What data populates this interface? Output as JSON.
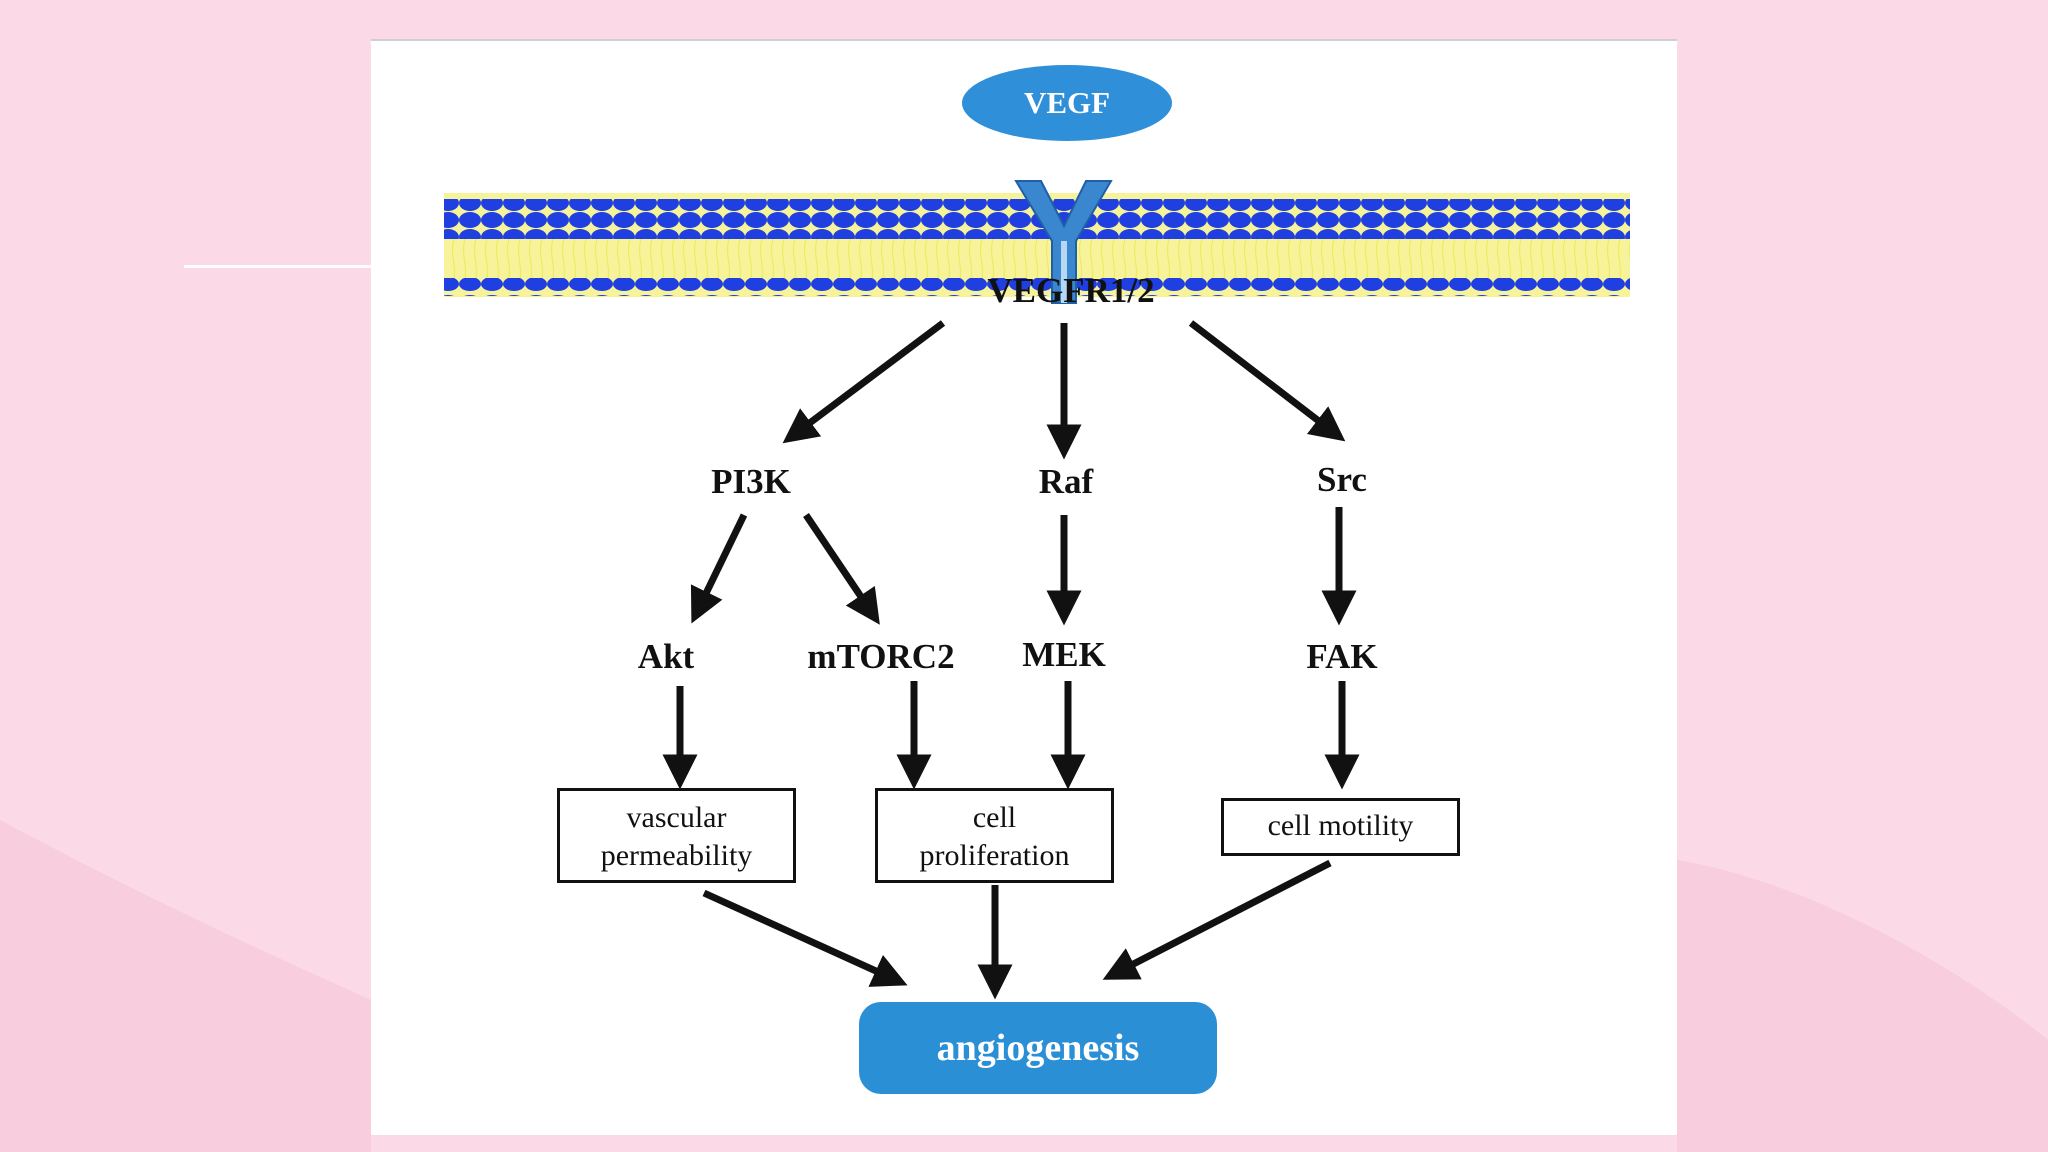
{
  "diagram": {
    "ligand": "VEGF",
    "receptor": "VEGFR1/2",
    "nodes": {
      "pi3k": "PI3K",
      "raf": "Raf",
      "src": "Src",
      "akt": "Akt",
      "mtorc2": "mTORC2",
      "mek": "MEK",
      "fak": "FAK"
    },
    "outcomes": {
      "vascular_permeability": [
        "vascular",
        "permeability"
      ],
      "cell_proliferation": [
        "cell",
        "proliferation"
      ],
      "cell_motility": "cell motility"
    },
    "final": "angiogenesis",
    "colors": {
      "membrane_head": "#1f3fe0",
      "membrane_core": "#f4ef6a",
      "receptor": "#3a86cf",
      "ligand": "#2f8fd8",
      "final_pill": "#2b8fd6",
      "slide_background": "#fbd9e6"
    }
  }
}
